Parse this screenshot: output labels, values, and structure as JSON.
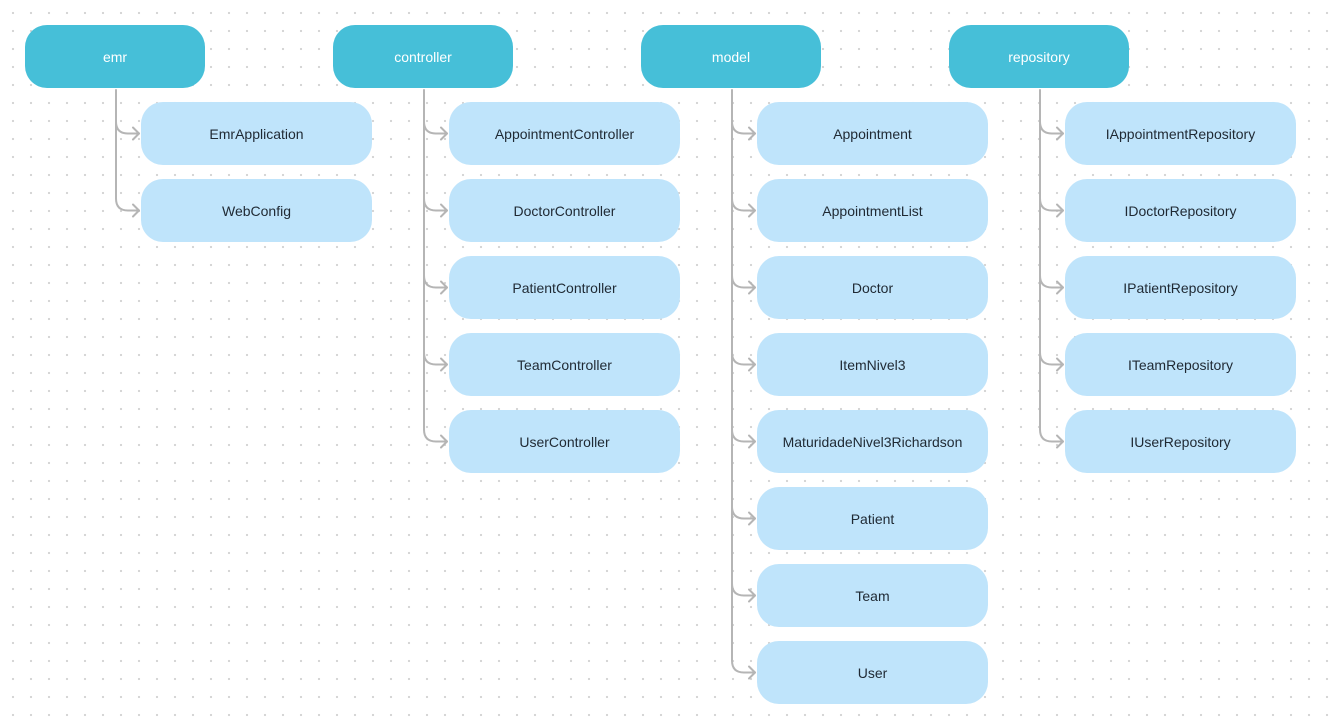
{
  "colors": {
    "parent_fill": "#46bfd8",
    "child_fill": "#bfe4fb",
    "connector": "#b5b5b5",
    "parent_text": "#ffffff",
    "child_text": "#1f2933"
  },
  "packages": [
    {
      "name": "emr",
      "children": [
        "EmrApplication",
        "WebConfig"
      ]
    },
    {
      "name": "controller",
      "children": [
        "AppointmentController",
        "DoctorController",
        "PatientController",
        "TeamController",
        "UserController"
      ]
    },
    {
      "name": "model",
      "children": [
        "Appointment",
        "AppointmentList",
        "Doctor",
        "ItemNivel3",
        "MaturidadeNivel3Richardson",
        "Patient",
        "Team",
        "User"
      ]
    },
    {
      "name": "repository",
      "children": [
        "IAppointmentRepository",
        "IDoctorRepository",
        "IPatientRepository",
        "ITeamRepository",
        "IUserRepository"
      ]
    }
  ]
}
